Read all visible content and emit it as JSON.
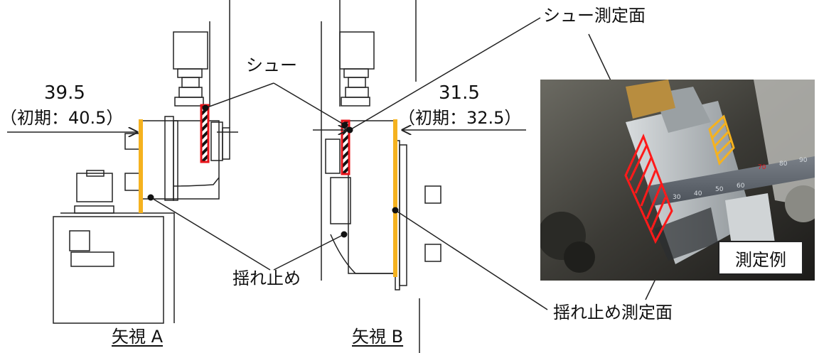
{
  "view_a": {
    "dimension": "39.5",
    "initial": "（初期：40.5）",
    "caption": "矢視 A"
  },
  "view_b": {
    "dimension": "31.5",
    "initial": "（初期：32.5）",
    "caption": "矢視 B"
  },
  "labels": {
    "shoe": "シュー",
    "shoe_measure_surface": "シュー測定面",
    "sway_stopper": "揺れ止め",
    "sway_stopper_measure_surface": "揺れ止め測定面"
  },
  "photo": {
    "label": "測定例",
    "ruler_marks": [
      "30",
      "40",
      "50",
      "60",
      "70",
      "80",
      "90"
    ]
  },
  "colors": {
    "shoe_surface": "#e8141b",
    "sway_stopper_surface": "#f5b21f",
    "line": "#222222"
  }
}
